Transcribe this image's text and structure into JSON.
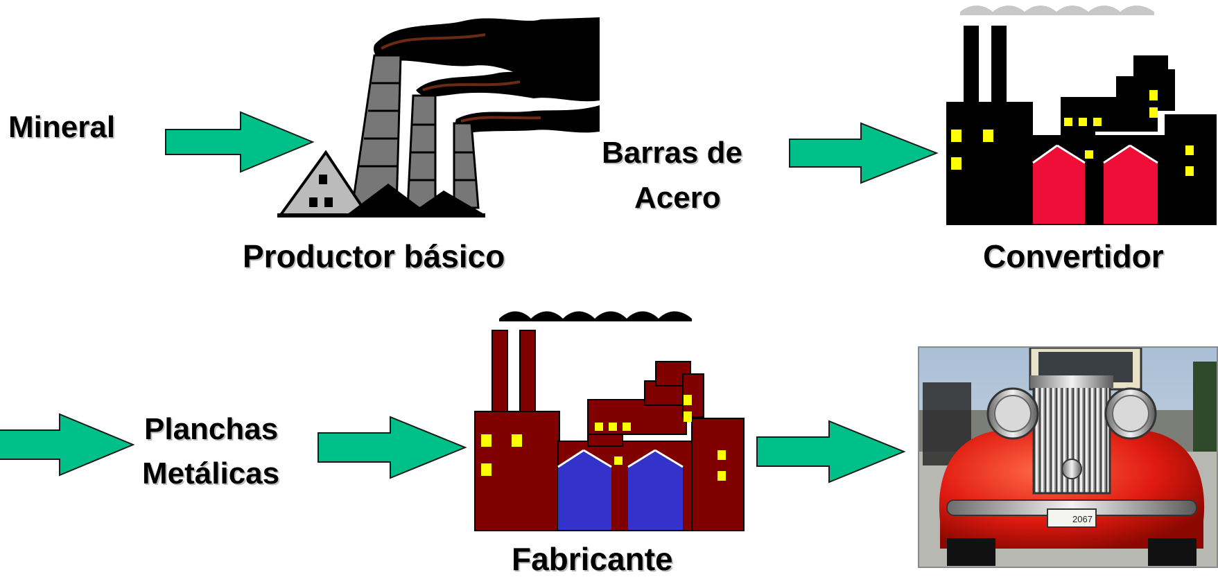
{
  "labels": {
    "mineral": "Mineral",
    "productor": "Productor básico",
    "barras_line1": "Barras de",
    "barras_line2": "Acero",
    "convertidor": "Convertidor",
    "planchas_line1": "Planchas",
    "planchas_line2": "Metálicas",
    "fabricante": "Fabricante",
    "plate": "2067"
  },
  "colors": {
    "arrow_fill": "#00c08a",
    "arrow_stroke": "#1a1a1a",
    "factory1_body": "#000000",
    "factory1_doors": "#ee0e38",
    "factory2_body": "#800000",
    "factory2_doors": "#3333cc",
    "windows": "#ffff00",
    "smoke": "#000000"
  },
  "icons": [
    "smokestack-plant-icon",
    "factory-black-icon",
    "factory-maroon-icon",
    "vintage-car-photo"
  ]
}
